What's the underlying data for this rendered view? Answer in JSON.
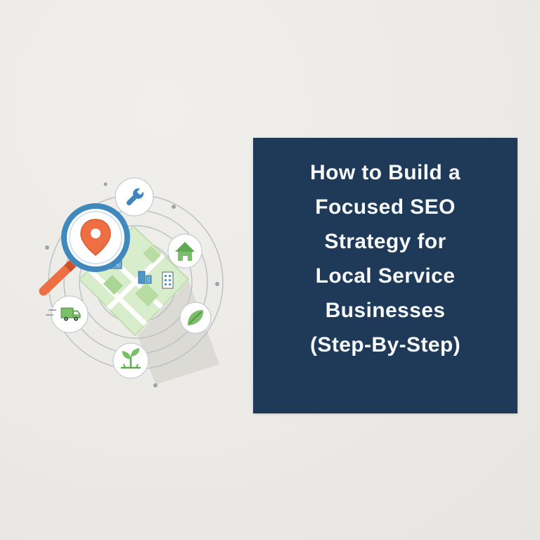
{
  "canvas": {
    "background_color": "#eceae6"
  },
  "panel": {
    "background_color": "#1e3a58",
    "text_color": "#f7f9fa",
    "title": "How to Build a Focused SEO Strategy for Local Service Businesses (Step-By-Step)",
    "title_lines": [
      "How to Build a",
      "Focused SEO",
      "Strategy for",
      "Local Service",
      "Businesses",
      "(Step-By-Step)"
    ]
  },
  "illustration": {
    "icons": [
      "magnifying-glass-icon",
      "location-pin-icon",
      "map-icon",
      "wrench-icon",
      "house-icon",
      "leaf-icon",
      "sprout-icon",
      "truck-icon"
    ],
    "colors": {
      "blue": "#4189bd",
      "orange": "#ee6f43",
      "green": "#7bbf6a",
      "map_green": "#d8edcb",
      "ring_gray": "#b8c0c6",
      "shadow_gray": "#dcdad5"
    }
  }
}
